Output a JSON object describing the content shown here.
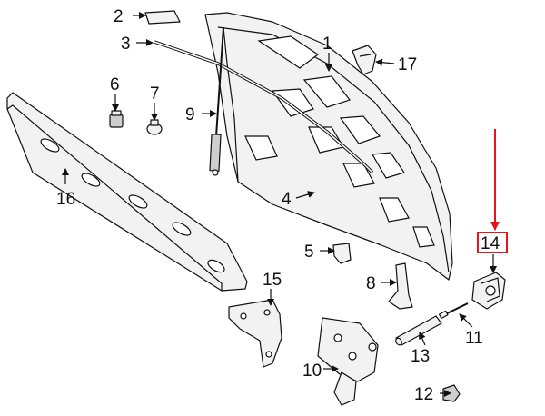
{
  "colors": {
    "ink": "#111111",
    "highlight": "#e8141a",
    "background": "#ffffff"
  },
  "callouts": [
    {
      "id": "1",
      "label": "1"
    },
    {
      "id": "2",
      "label": "2"
    },
    {
      "id": "3",
      "label": "3"
    },
    {
      "id": "4",
      "label": "4"
    },
    {
      "id": "5",
      "label": "5"
    },
    {
      "id": "6",
      "label": "6"
    },
    {
      "id": "7",
      "label": "7"
    },
    {
      "id": "8",
      "label": "8"
    },
    {
      "id": "9",
      "label": "9"
    },
    {
      "id": "10",
      "label": "10"
    },
    {
      "id": "11",
      "label": "11"
    },
    {
      "id": "12",
      "label": "12"
    },
    {
      "id": "13",
      "label": "13"
    },
    {
      "id": "14",
      "label": "14",
      "highlighted": true
    },
    {
      "id": "15",
      "label": "15"
    },
    {
      "id": "16",
      "label": "16"
    },
    {
      "id": "17",
      "label": "17"
    }
  ]
}
